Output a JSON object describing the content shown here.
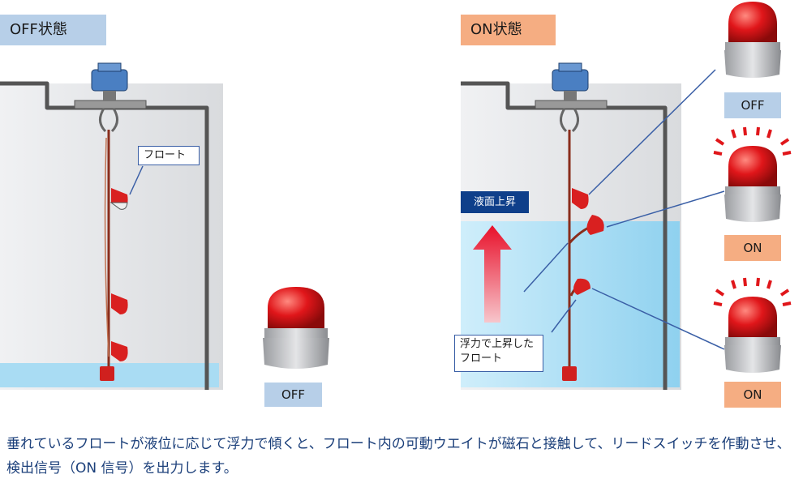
{
  "labels": {
    "off_state": "OFF状態",
    "on_state": "ON状態",
    "float": "フロート",
    "liquid_rise": "液面上昇",
    "buoyancy": "浮力で上昇したフロート",
    "lamp_left": "OFF",
    "lamp_right_top": "OFF",
    "lamp_right_mid": "ON",
    "lamp_right_bottom": "ON"
  },
  "caption": "垂れているフロートが液位に応じて浮力で傾くと、フロート内の可動ウエイトが磁石と接触して、リードスイッチを作動させ、検出信号（ON 信号）を出力します。",
  "colors": {
    "off_tag": "#b7cfe8",
    "on_tag": "#f5ad82",
    "liquid": "#a9dcf3",
    "rise_box": "#0f3f8a",
    "caption": "#1b3f7a"
  },
  "icons": [
    "rotating-warning-lamp-icon",
    "up-arrow-icon",
    "switch-head-icon",
    "float-icon"
  ]
}
